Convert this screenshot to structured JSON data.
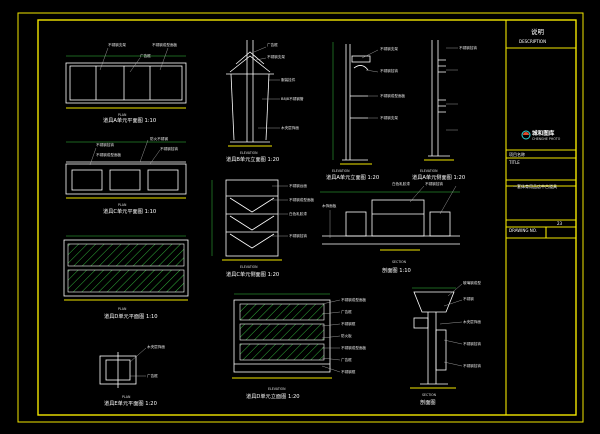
{
  "drawings": {
    "a_plan": {
      "title": "道具A单元平面图 1:10",
      "tag": "PLAN",
      "notes": [
        "不锈钢支架",
        "广告框",
        "不锈钢成型面板"
      ]
    },
    "b_front": {
      "title": "道具B单元立面图 1:20",
      "tag": "ELEVATION",
      "notes": [
        "广告框",
        "不锈钢支架",
        "服装挂件",
        "B8J8不锈钢管",
        "木夹层饰面"
      ]
    },
    "a_front": {
      "title": "道具A单元立面图 1:20",
      "tag": "ELEVATION"
    },
    "a_side": {
      "title": "道具A单元侧面图 1:20",
      "tag": "ELEVATION",
      "notes": [
        "不锈钢支架",
        "不锈钢挂钩",
        "不锈钢成型面板",
        "不锈钢支架",
        "不锈钢挂钩"
      ]
    },
    "c_plan": {
      "title": "道具C单元平面图 1:10",
      "tag": "PLAN",
      "notes": [
        "不锈钢挂钩",
        "不锈钢成型面板",
        "防火不锈钢",
        "不锈钢挂钩"
      ]
    },
    "c_side": {
      "title": "道具C单元侧面图 1:20",
      "tag": "ELEVATION",
      "notes": [
        "不锈钢台面",
        "不锈钢成型面板",
        "白色乳胶漆",
        "不锈钢挂钩"
      ]
    },
    "section1": {
      "title": "剖面图 1:10",
      "tag": "SECTION",
      "notes": [
        "不锈钢挂钩",
        "白色乳胶漆",
        "木饰面板"
      ]
    },
    "d_plan": {
      "title": "道具D单元平面图 1:10",
      "tag": "PLAN"
    },
    "e_plan": {
      "title": "道具E单元平面图 1:20",
      "tag": "PLAN",
      "notes": [
        "木夹层饰面",
        "广告框"
      ]
    },
    "d_front": {
      "title": "道具D单元立面图 1:20",
      "tag": "ELEVATION",
      "notes": [
        "不锈钢成型面板",
        "广告框",
        "不锈钢框",
        "防火板",
        "不锈钢成型面板",
        "广告框",
        "不锈钢框"
      ]
    },
    "section2": {
      "title": "剖面图",
      "tag": "SECTION",
      "notes": [
        "玻璃钢成型",
        "不锈钢",
        "木夹层饰面",
        "不锈钢挂钩",
        "不锈钢挂钩"
      ]
    }
  },
  "title_block": {
    "heading": "说明",
    "heading_en": "DESCRIPTION",
    "logo_name": "城和图库",
    "logo_sub": "CHENGHE PHOTO",
    "project_label": "项目名称",
    "project_en": "TITLE",
    "project_name": "一套体育用品店中古道具",
    "drawing_label": "DRAWING NO.",
    "drawing_no": "23"
  },
  "colors": {
    "frame": "#f2e600",
    "lines": "#ffffff",
    "hatch": "#3fe04a",
    "leaders": "#2fd3d3"
  }
}
